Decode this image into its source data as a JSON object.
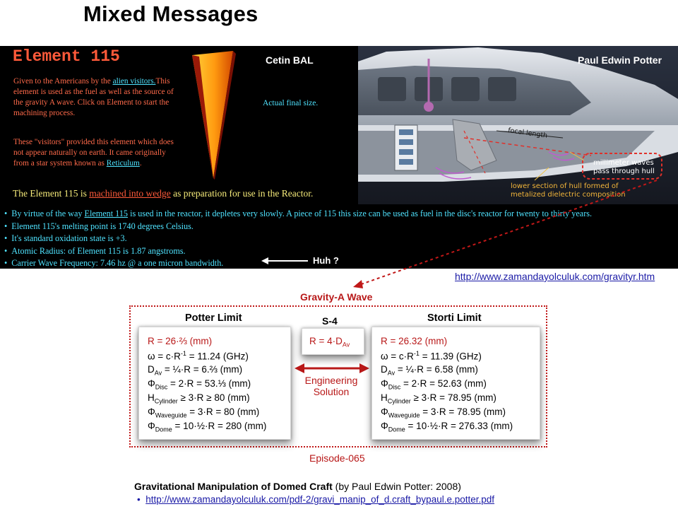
{
  "title": "Mixed Messages",
  "element_panel": {
    "heading": "Element 115",
    "para1_pre": "Given to the Americans by the ",
    "para1_link": "alien visitors.",
    "para1_post": "This element is used as the fuel as well as the source of the gravity A wave. Click on Element to start the machining process.",
    "para2_pre": "These \"visitors\" provided this element which does not appear naturally on earth. It came originally from a star system known as ",
    "para2_link": "Reticulum",
    "para2_post": ".",
    "name_left": "Cetin BAL",
    "actual_size": "Actual final size.",
    "machined_pre": "The Element 115 is ",
    "machined_link": "machined into wedge",
    "machined_post": " as preparation for use in the Reactor."
  },
  "craft_panel": {
    "name_right": "Paul Edwin Potter",
    "focal_length": "focal length",
    "mm_waves_1": "millimeter waves",
    "mm_waves_2": "pass through hull",
    "hull_1": "lower section of hull formed of",
    "hull_2": "metalized dielectric composition"
  },
  "bullets": {
    "b1_pre": "By virtue of the way ",
    "b1_link": "Element 115",
    "b1_post": " is used in the reactor, it depletes very slowly. A piece of 115 this size can be used as fuel in the disc's reactor for twenty to thirty years.",
    "b2": "Element 115's melting point is 1740 degrees Celsius.",
    "b3": "It's standard oxidation state is +3.",
    "b4": "Atomic Radius: of Element 115 is 1.87 angstroms.",
    "b5": "Carrier Wave Frequency: 7.46 hz @ a one micron bandwidth.",
    "huh": "Huh ?"
  },
  "source_link": "http://www.zamandayolculuk.com/gravityr.htm",
  "gravity": {
    "label": "Gravity-A Wave",
    "potter_title": "Potter Limit",
    "storti_title": "Storti Limit",
    "s4_title": "S-4",
    "s4_formula_main": "R = 4·D",
    "s4_formula_sub": "Av",
    "eng_1": "Engineering",
    "eng_2": "Solution",
    "episode": "Episode-065",
    "potter": {
      "r": "R = 26·⅔ (mm)",
      "omega_a": "ω = c·R",
      "omega_sup": "-1",
      "omega_b": " =  11.24 (GHz)",
      "dav_sub": "Av",
      "dav_val": " = ¼·R = 6.⅔ (mm)",
      "disc_sub": "Disc",
      "disc_val": " = 2·R = 53.⅓ (mm)",
      "cyl_sub": "Cylinder",
      "cyl_val": " ≥ 3·R ≥ 80 (mm)",
      "wg_sub": "Waveguide",
      "wg_val": " = 3·R = 80 (mm)",
      "dome_sub": "Dome",
      "dome_val": " = 10·½·R = 280 (mm)"
    },
    "storti": {
      "r": "R = 26.32 (mm)",
      "omega_a": "ω = c·R",
      "omega_sup": "-1",
      "omega_b": " =  11.39 (GHz)",
      "dav_sub": "Av",
      "dav_val": " = ¼·R = 6.58 (mm)",
      "disc_sub": "Disc",
      "disc_val": " = 2·R = 52.63 (mm)",
      "cyl_sub": "Cylinder",
      "cyl_val": " ≥ 3·R = 78.95 (mm)",
      "wg_sub": "Waveguide",
      "wg_val": " = 3·R = 78.95 (mm)",
      "dome_sub": "Dome",
      "dome_val": " = 10·½·R = 276.33 (mm)"
    },
    "sym_d": "D",
    "sym_phi": "Φ",
    "sym_h": "H"
  },
  "reference": {
    "title_bold": "Gravitational Manipulation of Domed Craft",
    "title_rest": " (by Paul Edwin Potter: 2008)",
    "link": "http://www.zamandayolculuk.com/pdf-2/gravi_manip_of_d.craft_bypaul.e.potter.pdf"
  },
  "colors": {
    "accent_red": "#b81818",
    "cyan_text": "#4fe3ff",
    "orange_text": "#ff6a4a",
    "yellow_text": "#f6eb7a"
  }
}
